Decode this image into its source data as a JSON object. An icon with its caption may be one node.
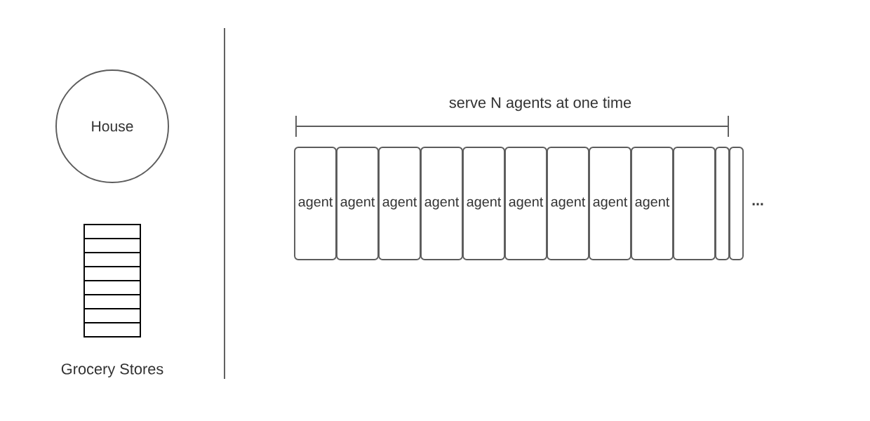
{
  "diagram": {
    "nodes": [
      {
        "text": [
          "House"
        ]
      },
      {
        "text": [],
        "shape": "box",
        "beside": [
          "Grocery Stores"
        ]
      },
      {
        "text": [
          "agent"
        ]
      },
      {
        "text": [
          "agent"
        ]
      },
      {
        "text": [
          "agent"
        ]
      },
      {
        "text": [
          "agent"
        ]
      },
      {
        "text": [
          "agent"
        ]
      },
      {
        "text": [
          "agent"
        ]
      },
      {
        "text": [
          "agent"
        ]
      },
      {
        "text": [
          "agent"
        ]
      },
      {
        "text": [
          "agent"
        ]
      },
      {
        "text": [],
        "shape": "box"
      },
      {
        "text": [],
        "shape": "box"
      },
      {
        "text": [],
        "shape": "box"
      }
    ],
    "labels": [
      "serve N agents at one time",
      "..."
    ]
  }
}
